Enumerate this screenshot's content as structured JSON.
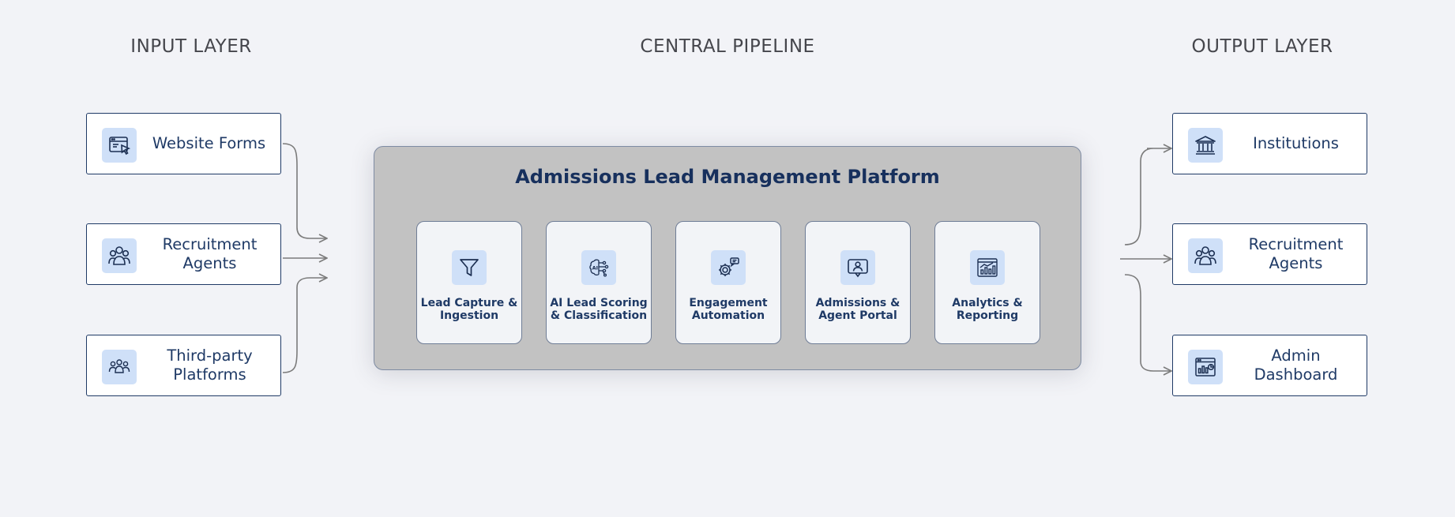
{
  "layers": {
    "input": "INPUT LAYER",
    "center": "CENTRAL PIPELINE",
    "output": "OUTPUT LAYER"
  },
  "inputs": [
    {
      "label": "Website Forms",
      "icon": "browser-cursor-icon"
    },
    {
      "label": "Recruitment Agents",
      "icon": "people-group-icon"
    },
    {
      "label": "Third-party Platforms",
      "icon": "users-network-icon"
    }
  ],
  "platform": {
    "title": "Admissions Lead Management Platform",
    "modules": [
      {
        "label": "Lead Capture & Ingestion",
        "icon": "funnel-icon"
      },
      {
        "label": "AI Lead Scoring & Classification",
        "icon": "ai-brain-icon"
      },
      {
        "label": "Engagement Automation",
        "icon": "gear-chat-icon"
      },
      {
        "label": "Admissions & Agent Portal",
        "icon": "portal-user-icon"
      },
      {
        "label": "Analytics & Reporting",
        "icon": "chart-icon"
      }
    ]
  },
  "outputs": [
    {
      "label": "Institutions",
      "icon": "institution-icon"
    },
    {
      "label": "Recruitment Agents",
      "icon": "people-group-icon"
    },
    {
      "label": "Admin Dashboard",
      "icon": "dashboard-icon"
    }
  ],
  "colors": {
    "background": "#f2f3f7",
    "navy": "#1f3a66",
    "icon_tile": "#cfe0f8",
    "platform": "#c2c2c2",
    "connector": "#7b7b7b"
  }
}
